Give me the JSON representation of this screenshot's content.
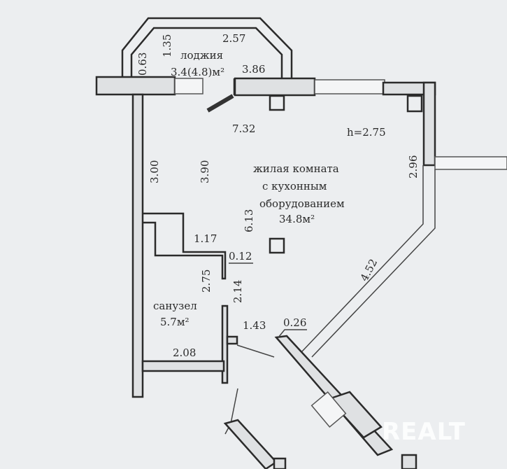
{
  "rooms": {
    "loggia": {
      "name": "лоджия",
      "area": "3.4(4.8)м²"
    },
    "living": {
      "name_line1": "жилая комната",
      "name_line2": "с кухонным",
      "name_line3": "оборудованием",
      "area": "34.8м²",
      "height": "h=2.75"
    },
    "bathroom": {
      "name": "санузел",
      "area": "5.7м²"
    }
  },
  "dimensions": {
    "d_1_35": "1.35",
    "d_2_57": "2.57",
    "d_0_63": "0.63",
    "d_3_86": "3.86",
    "d_7_32": "7.32",
    "d_3_00": "3.00",
    "d_3_90": "3.90",
    "d_2_96": "2.96",
    "d_6_13": "6.13",
    "d_1_17": "1.17",
    "d_0_12": "0.12",
    "d_2_75": "2.75",
    "d_2_14": "2.14",
    "d_1_43": "1.43",
    "d_0_26": "0.26",
    "d_4_52": "4.52",
    "d_2_08": "2.08"
  },
  "watermark": "REALT"
}
